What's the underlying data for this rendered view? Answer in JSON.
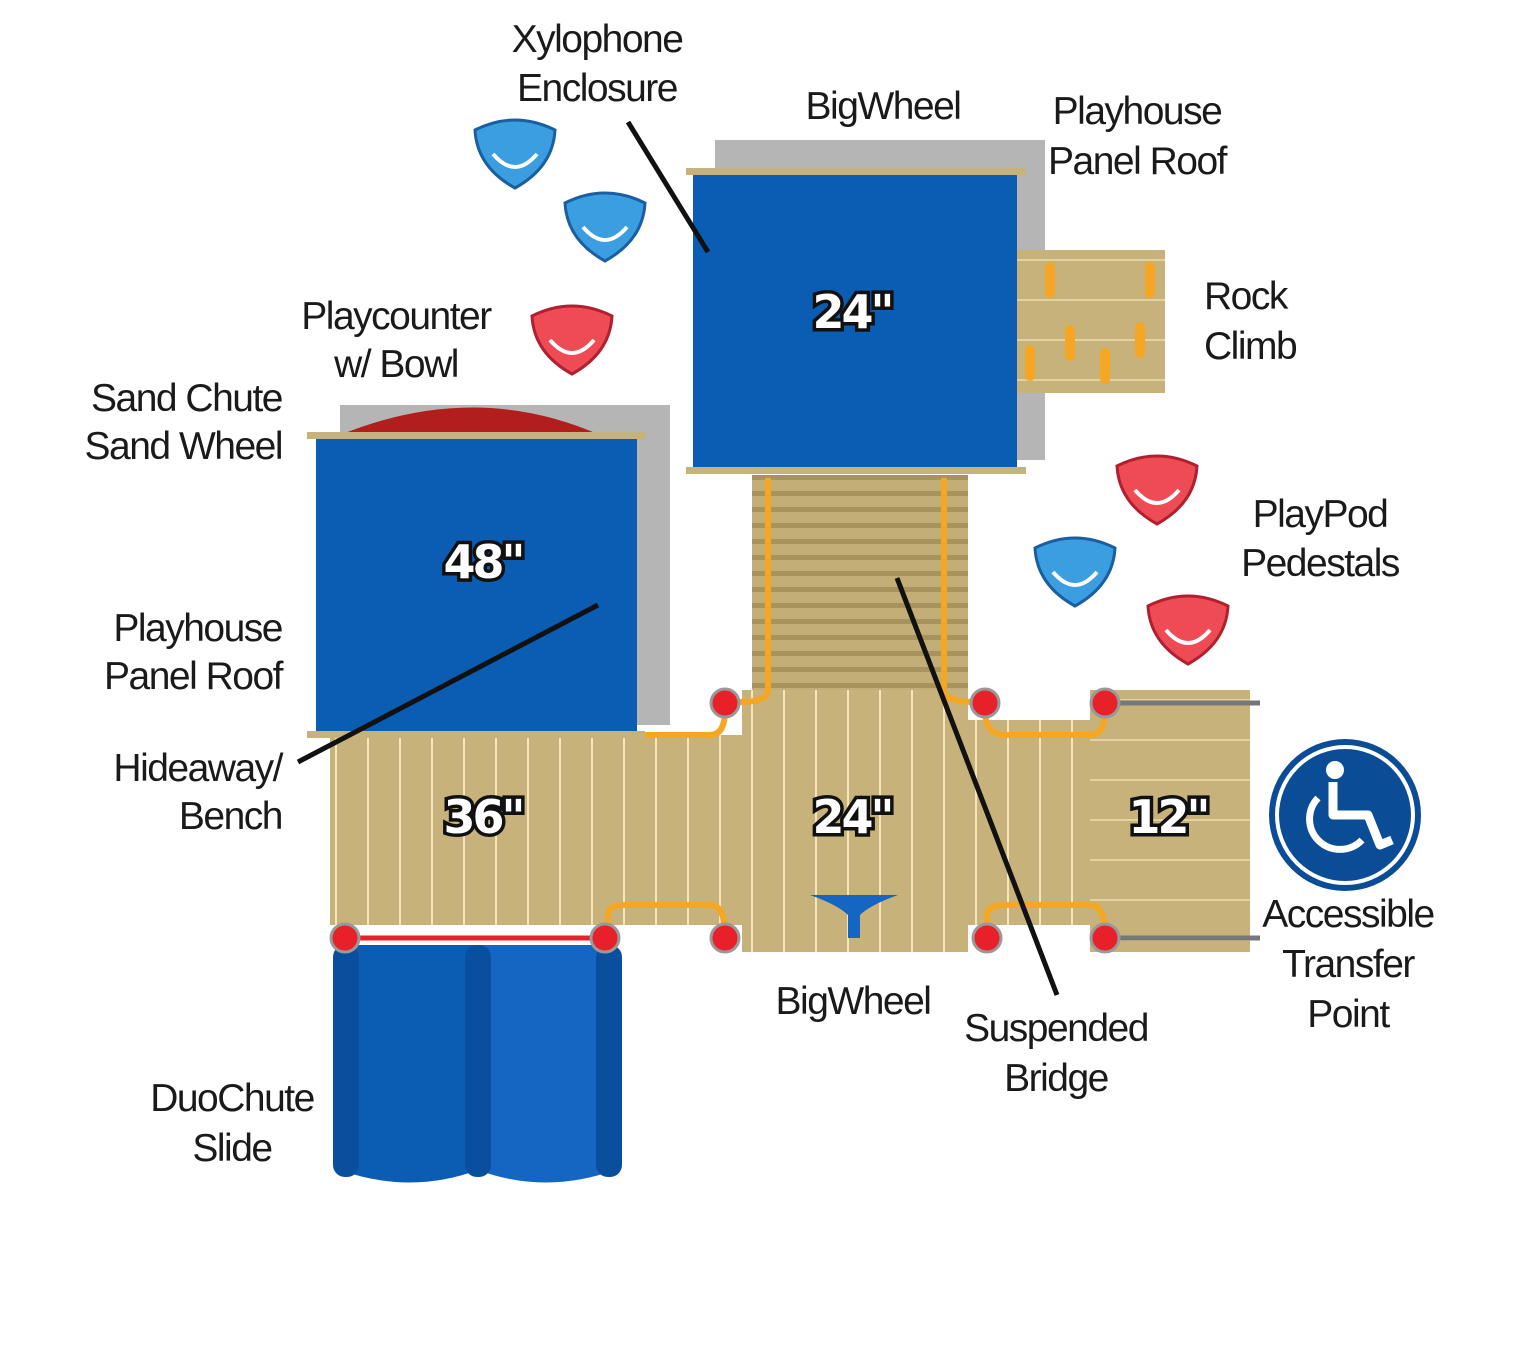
{
  "labels": {
    "xylophone": [
      "Xylophone",
      "Enclosure"
    ],
    "bigwheel_top": "BigWheel",
    "roof_top": [
      "Playhouse",
      "Panel Roof"
    ],
    "rock_climb": [
      "Rock",
      "Climb"
    ],
    "playcounter": [
      "Playcounter",
      "w/ Bowl"
    ],
    "sand": [
      "Sand Chute",
      "Sand Wheel"
    ],
    "roof_left": [
      "Playhouse",
      "Panel Roof"
    ],
    "hideaway": [
      "Hideaway/",
      "Bench"
    ],
    "playpod": [
      "PlayPod",
      "Pedestals"
    ],
    "accessible": [
      "Accessible",
      "Transfer",
      "Point"
    ],
    "bigwheel_bottom": "BigWheel",
    "bridge": [
      "Suspended",
      "Bridge"
    ],
    "slide": [
      "DuoChute",
      "Slide"
    ]
  },
  "heights": {
    "upper_roof": "24\"",
    "left_roof": "48\"",
    "deck_left": "36\"",
    "deck_center": "24\"",
    "deck_right": "12\""
  },
  "icons": {
    "accessible": "wheelchair-icon"
  },
  "colors": {
    "roof": "#0b5db3",
    "deck": "#c8b27c",
    "pod_blue": "#3a9ee0",
    "pod_red": "#ef4b55",
    "rail": "#f5a623",
    "post": "#e8202a"
  }
}
